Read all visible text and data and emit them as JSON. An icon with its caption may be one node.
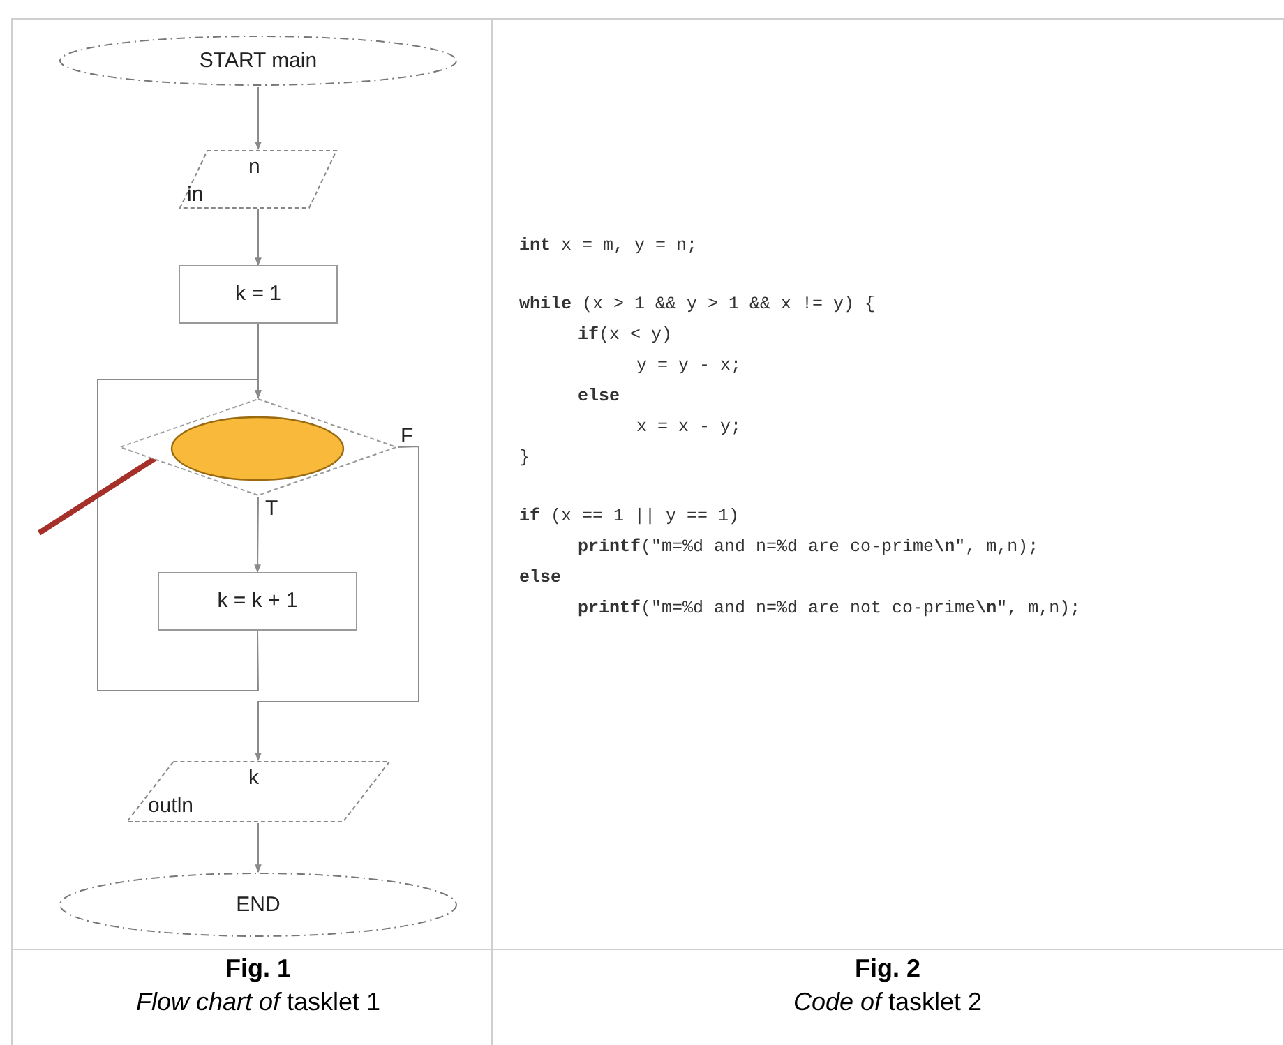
{
  "diagram": {
    "nodes": [
      {
        "text": [
          "START main"
        ]
      },
      {
        "text": [
          "in",
          "n"
        ]
      },
      {
        "text": [
          "k = 1"
        ]
      },
      {
        "text": [],
        "shape": "diamond"
      },
      {
        "text": [],
        "shape": "circle",
        "in": 3
      },
      {
        "text": [
          "k = k + 1"
        ]
      },
      {
        "text": [
          "outln",
          "k"
        ]
      },
      {
        "text": [
          "END"
        ]
      }
    ],
    "edges": [
      {
        "from": 0,
        "to": 1,
        "arrow": "to"
      },
      {
        "from": 1,
        "to": 2,
        "arrow": "to"
      },
      {
        "from": 2,
        "to": 3,
        "arrow": "to"
      },
      {
        "from": 3,
        "to": 5,
        "arrow": "to",
        "label": "T"
      },
      {
        "from": 5,
        "to": 3,
        "arrow": "to"
      },
      {
        "from": 3,
        "to": 6,
        "arrow": "to",
        "label": "F"
      },
      {
        "from": 6,
        "to": 7,
        "arrow": "to"
      },
      {
        "from": null,
        "to": 4,
        "arrow": "to",
        "style": "thick",
        "color": "#a5302a"
      }
    ],
    "labels": [
      "**int** x = m, y = n;",
      "**while** (x > 1 && y > 1 && x != y) {",
      "**if**(x < y)",
      "y = y - x;",
      "**else**",
      "x = x - y;",
      "}",
      "**if** (x == 1 || y == 1)",
      "**printf**(\"m=%d and n=%d are co-prime**\\n**\", m,n);",
      "**else**",
      "**printf**(\"m=%d and n=%d are not co-prime**\\n**\", m,n);",
      "Fig. 1",
      "*Flow chart of* tasklet 1",
      "Fig. 2",
      "*Code of* tasklet 2"
    ]
  }
}
